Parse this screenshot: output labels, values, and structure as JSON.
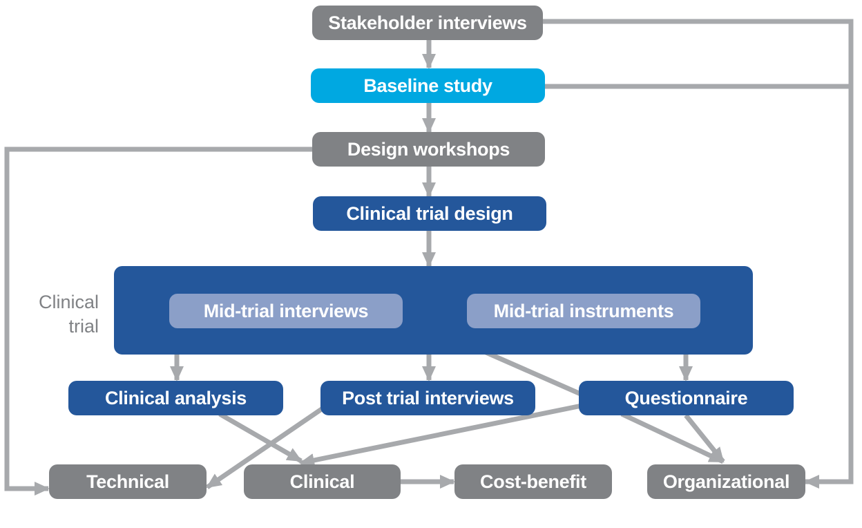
{
  "colors": {
    "gray": "#808285",
    "cyan": "#00a8e1",
    "navy": "#24579b",
    "light": "#8b9fc8",
    "connector": "#a7a9ac"
  },
  "nodes": {
    "stakeholder_interviews": "Stakeholder interviews",
    "baseline_study": "Baseline study",
    "design_workshops": "Design workshops",
    "clinical_trial_design": "Clinical trial design",
    "mid_trial_interviews": "Mid-trial interviews",
    "mid_trial_instruments": "Mid-trial instruments",
    "clinical_analysis": "Clinical analysis",
    "post_trial_interviews": "Post trial interviews",
    "questionnaire": "Questionnaire",
    "technical": "Technical",
    "clinical": "Clinical",
    "cost_benefit": "Cost-benefit",
    "organizational": "Organizational"
  },
  "group_label": {
    "line1": "Clinical",
    "line2": "trial"
  }
}
